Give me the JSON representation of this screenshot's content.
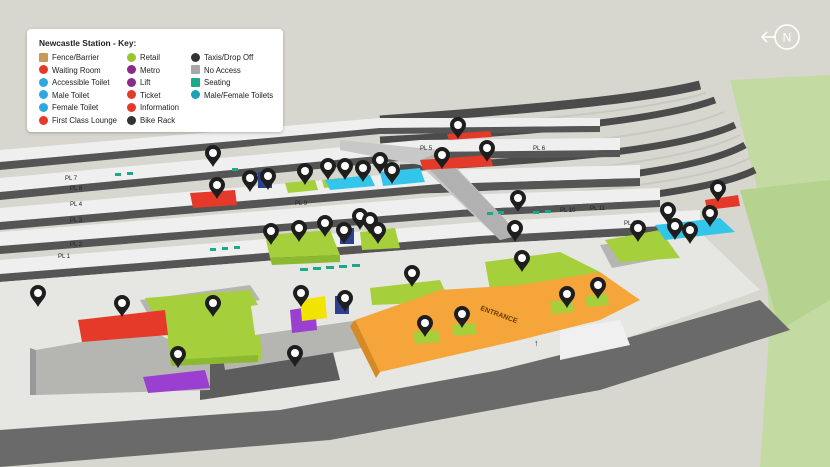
{
  "key": {
    "title": "Newcastle Station - Key:",
    "columns": [
      [
        {
          "label": "Fence/Barrier",
          "icon": "fence-icon",
          "color": "#c79a5a"
        },
        {
          "label": "Waiting Room",
          "icon": "waiting-room-icon",
          "color": "#e53a2a"
        },
        {
          "label": "Accessible Toilet",
          "icon": "accessible-toilet-icon",
          "color": "#2ea8e0"
        },
        {
          "label": "Male Toilet",
          "icon": "male-toilet-icon",
          "color": "#2ea8e0"
        },
        {
          "label": "Female Toilet",
          "icon": "female-toilet-icon",
          "color": "#2ea8e0"
        },
        {
          "label": "First Class Lounge",
          "icon": "first-class-lounge-icon",
          "color": "#e53a2a"
        }
      ],
      [
        {
          "label": "Retail",
          "icon": "retail-icon",
          "color": "#9ac531"
        },
        {
          "label": "Metro",
          "icon": "metro-icon",
          "color": "#8a2a8a"
        },
        {
          "label": "Lift",
          "icon": "lift-icon",
          "color": "#8a2a8a"
        },
        {
          "label": "Ticket",
          "icon": "ticket-icon",
          "color": "#e53a2a"
        },
        {
          "label": "Information",
          "icon": "information-icon",
          "color": "#e53a2a"
        },
        {
          "label": "Bike Rack",
          "icon": "bike-rack-icon",
          "color": "#333333"
        }
      ],
      [
        {
          "label": "Taxis/Drop Off",
          "icon": "taxi-icon",
          "color": "#333333"
        },
        {
          "label": "No Access",
          "icon": "no-access-icon",
          "color": "#a8a8a8"
        },
        {
          "label": "Seating",
          "icon": "seating-icon",
          "color": "#1aa98a"
        },
        {
          "label": "Male/Female Toilets",
          "icon": "toilets-icon",
          "color": "#1aa0b8"
        }
      ]
    ]
  },
  "platforms": [
    "PL 1",
    "PL 2",
    "PL 3",
    "PL 4",
    "PL 5",
    "PL 6",
    "PL 7",
    "PL 8",
    "PL 9",
    "PL 10",
    "PL 11",
    "PL 12"
  ],
  "entrance_label": "ENTRANCE",
  "compass_label": "N",
  "colors": {
    "retail": "#a6cf3c",
    "food": "#f5a53a",
    "waiting": "#e53a2a",
    "metro": "#9a3fd0",
    "toilet": "#33c6ea",
    "track": "#5a5a5a",
    "platform": "#ebebeb",
    "ground": "#d9d8d1",
    "grass": "#bcd79c"
  }
}
